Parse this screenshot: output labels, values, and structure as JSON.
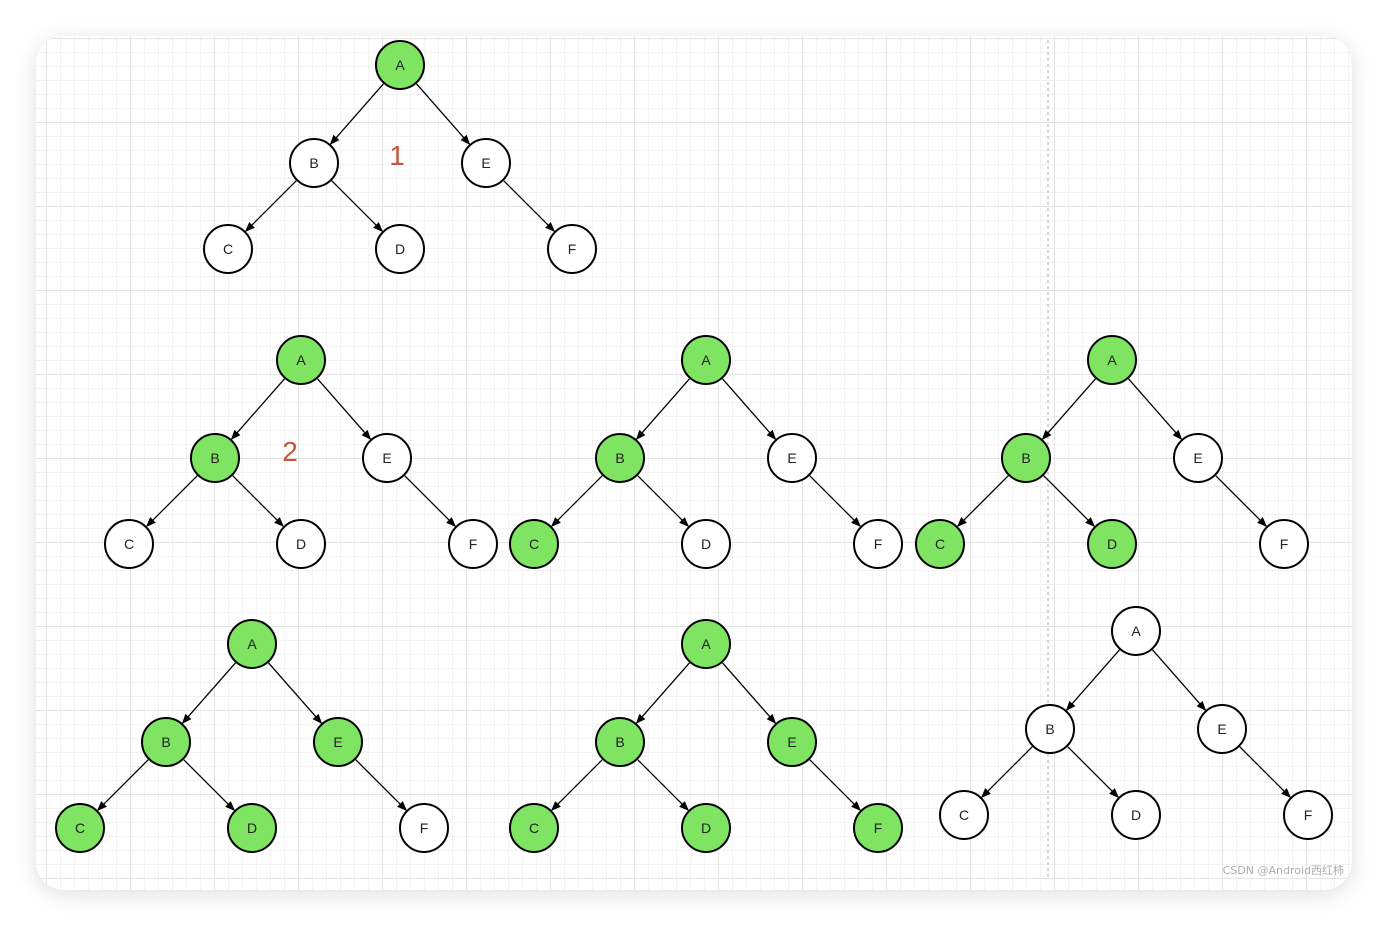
{
  "colors": {
    "visited": "#7ee462",
    "unvisited": "#ffffff",
    "stroke": "#000000",
    "step_number": "#c8553d",
    "divider": "#c8c8c8"
  },
  "node_labels": [
    "A",
    "B",
    "C",
    "D",
    "E",
    "F"
  ],
  "trees": [
    {
      "visited": [
        "A"
      ],
      "step_label": "1"
    },
    {
      "visited": [
        "A",
        "B"
      ],
      "step_label": "2"
    },
    {
      "visited": [
        "A",
        "B",
        "C"
      ]
    },
    {
      "visited": [
        "A",
        "B",
        "C",
        "D"
      ]
    },
    {
      "visited": [
        "A",
        "B",
        "C",
        "D",
        "E"
      ]
    },
    {
      "visited": [
        "A",
        "B",
        "C",
        "D",
        "E",
        "F"
      ]
    },
    {
      "visited": []
    }
  ],
  "watermark": "CSDN @Android西红柿"
}
